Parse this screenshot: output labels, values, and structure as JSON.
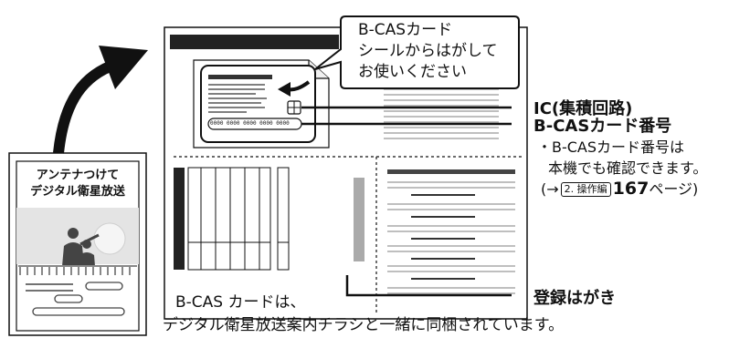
{
  "flyer": {
    "title_line1": "アンテナつけて",
    "title_line2": "デジタル衛星放送"
  },
  "callout": {
    "line1": "B-CASカード",
    "line2": "シールからはがして",
    "line3": "お使いください"
  },
  "card": {
    "number_text": "0000 0000 0000 0000 0000"
  },
  "labels": {
    "ic_chip": "IC(集積回路)",
    "bcas_number": "B-CASカード番号",
    "note_line1": "・B-CASカード番号は",
    "note_line2": "本機でも確認できます。",
    "ref_prefix": "(→",
    "ref_badge": "2. 操作編",
    "ref_page": "167",
    "ref_suffix": "ページ)",
    "registration": "登録はがき"
  },
  "bottom": {
    "line1": "B-CAS カードは、",
    "line2": "デジタル衛星放送案内チラシと一緒に同梱されています。"
  }
}
